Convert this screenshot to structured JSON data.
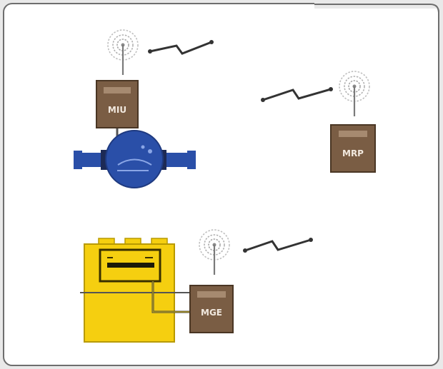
{
  "diagram": {
    "colors": {
      "device_fill": "#7a5d44",
      "device_stroke": "#4a3624",
      "water_meter": "#2a4fa8",
      "gas_meter": "#f5cf10",
      "frame_border": "#6e6e6e",
      "background": "#ffffff"
    },
    "devices": [
      {
        "id": "miu",
        "label": "MIU"
      },
      {
        "id": "mrp",
        "label": "MRP"
      },
      {
        "id": "mge",
        "label": "MGE"
      }
    ],
    "meters": [
      {
        "id": "water-meter",
        "icon": "water-meter-icon"
      },
      {
        "id": "gas-meter",
        "icon": "gas-meter-icon"
      }
    ],
    "links": [
      {
        "icon": "radio-link-icon",
        "from": "miu"
      },
      {
        "icon": "radio-link-icon",
        "to": "mrp"
      },
      {
        "icon": "radio-link-icon",
        "from": "mge"
      }
    ]
  }
}
